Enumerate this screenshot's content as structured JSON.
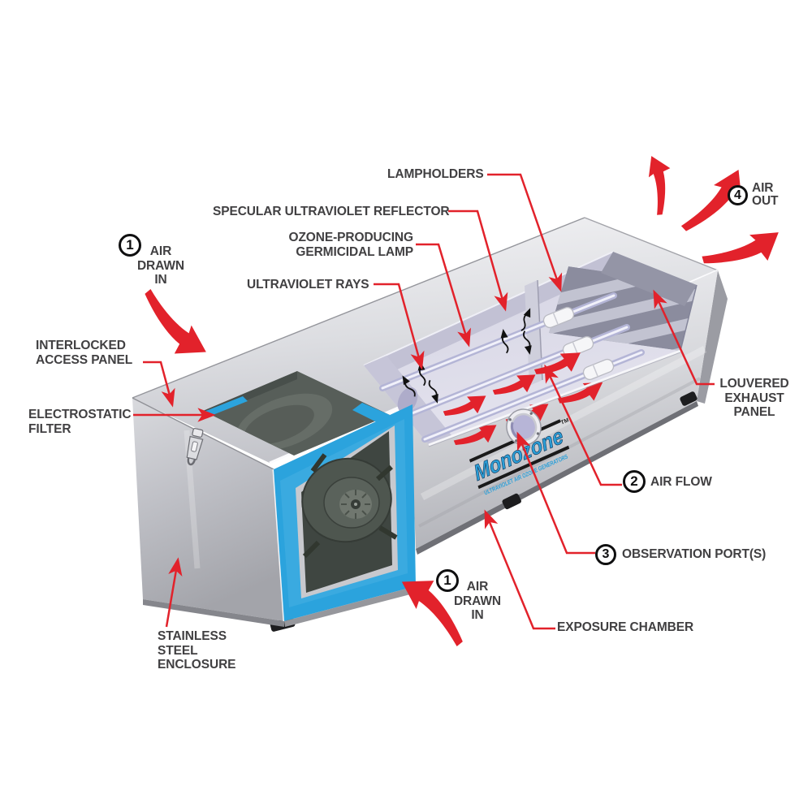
{
  "diagram": {
    "brand": {
      "name": "Monozone",
      "trademark": "TM",
      "tagline": "ULTRAVIOLET AIR OZONE GENERATORS"
    },
    "colors": {
      "leader_red": "#e2222b",
      "label_text": "#414042",
      "filter_blue": "#2ba3dd",
      "logo_blue": "#2b9fd8",
      "steel_light": "#f2f2f4",
      "steel_dark": "#a9aab0",
      "chamber_lavender": "#d8d7e6"
    },
    "callouts": {
      "lampholders": {
        "text": "LAMPHOLDERS"
      },
      "reflector": {
        "text": "SPECULAR ULTRAVIOLET REFLECTOR"
      },
      "germicidal_lamp": {
        "text": "OZONE-PRODUCING\nGERMICIDAL LAMP"
      },
      "uv_rays": {
        "text": "ULTRAVIOLET RAYS"
      },
      "air_out": {
        "number": "4",
        "text": "AIR\nOUT"
      },
      "air_in_top": {
        "number": "1",
        "text": "AIR\nDRAWN\nIN"
      },
      "interlocked_panel": {
        "text": "INTERLOCKED\nACCESS PANEL"
      },
      "electrostatic_filter": {
        "text": "ELECTROSTATIC\nFILTER"
      },
      "louvered_panel": {
        "text": "LOUVERED\nEXHAUST\nPANEL"
      },
      "air_flow": {
        "number": "2",
        "text": "AIR FLOW"
      },
      "observation_port": {
        "number": "3",
        "text": "OBSERVATION PORT(S)"
      },
      "air_in_bottom": {
        "number": "1",
        "text": "AIR\nDRAWN\nIN"
      },
      "exposure_chamber": {
        "text": "EXPOSURE CHAMBER"
      },
      "stainless_enclosure": {
        "text": "STAINLESS\nSTEEL\nENCLOSURE"
      }
    }
  }
}
